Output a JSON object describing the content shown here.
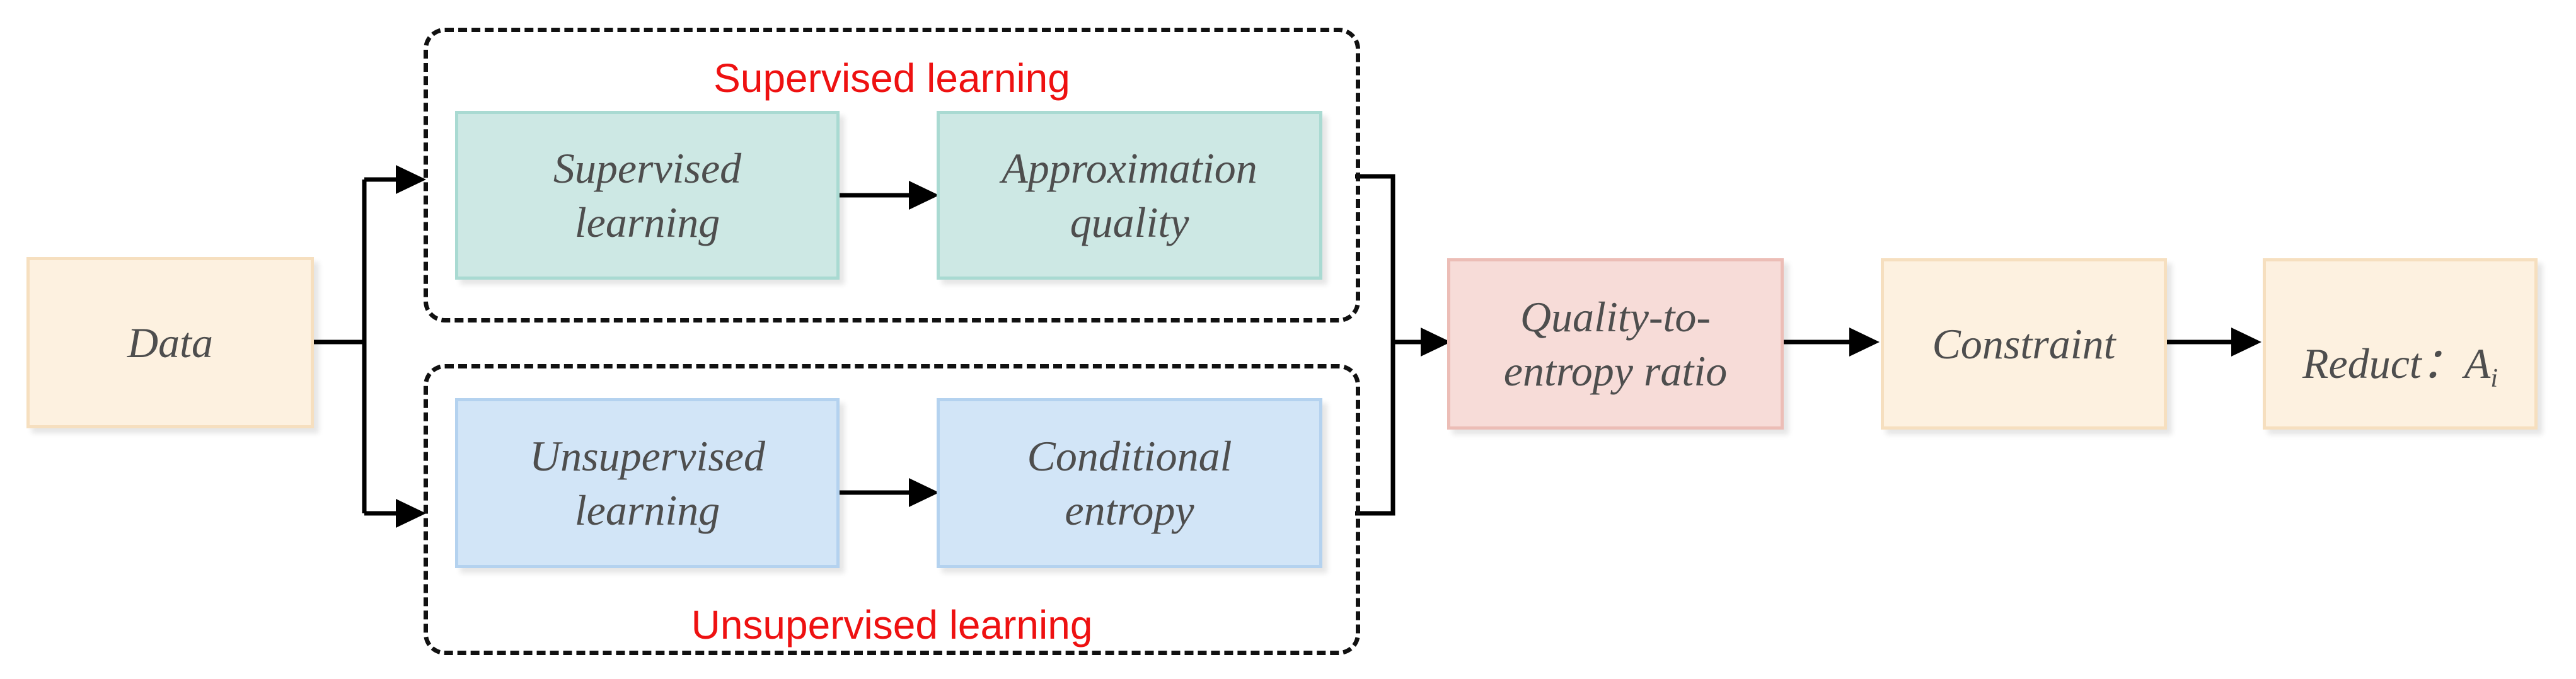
{
  "colors": {
    "accent_text": "#ee1111",
    "node_data_fill": "#fdf1e0",
    "node_data_border": "#f6dfbf",
    "node_supervised_fill": "#cde8e4",
    "node_supervised_border": "#a9dad2",
    "node_unsupervised_fill": "#d2e5f7",
    "node_unsupervised_border": "#b4d2ef",
    "node_ratio_fill": "#f7dcd8",
    "node_ratio_border": "#ecbdb6",
    "arrow": "#000000"
  },
  "groups": {
    "supervised_title": "Supervised learning",
    "unsupervised_title": "Unsupervised learning"
  },
  "nodes": {
    "data": "Data",
    "supervised_learning": "Supervised\nlearning",
    "approximation_quality": "Approximation\nquality",
    "unsupervised_learning": "Unsupervised\nlearning",
    "conditional_entropy": "Conditional\nentropy",
    "ratio": "Quality-to-\nentropy ratio",
    "constraint": "Constraint",
    "reduct_prefix": "Reduct：",
    "reduct_var": "A",
    "reduct_sub": "i"
  }
}
